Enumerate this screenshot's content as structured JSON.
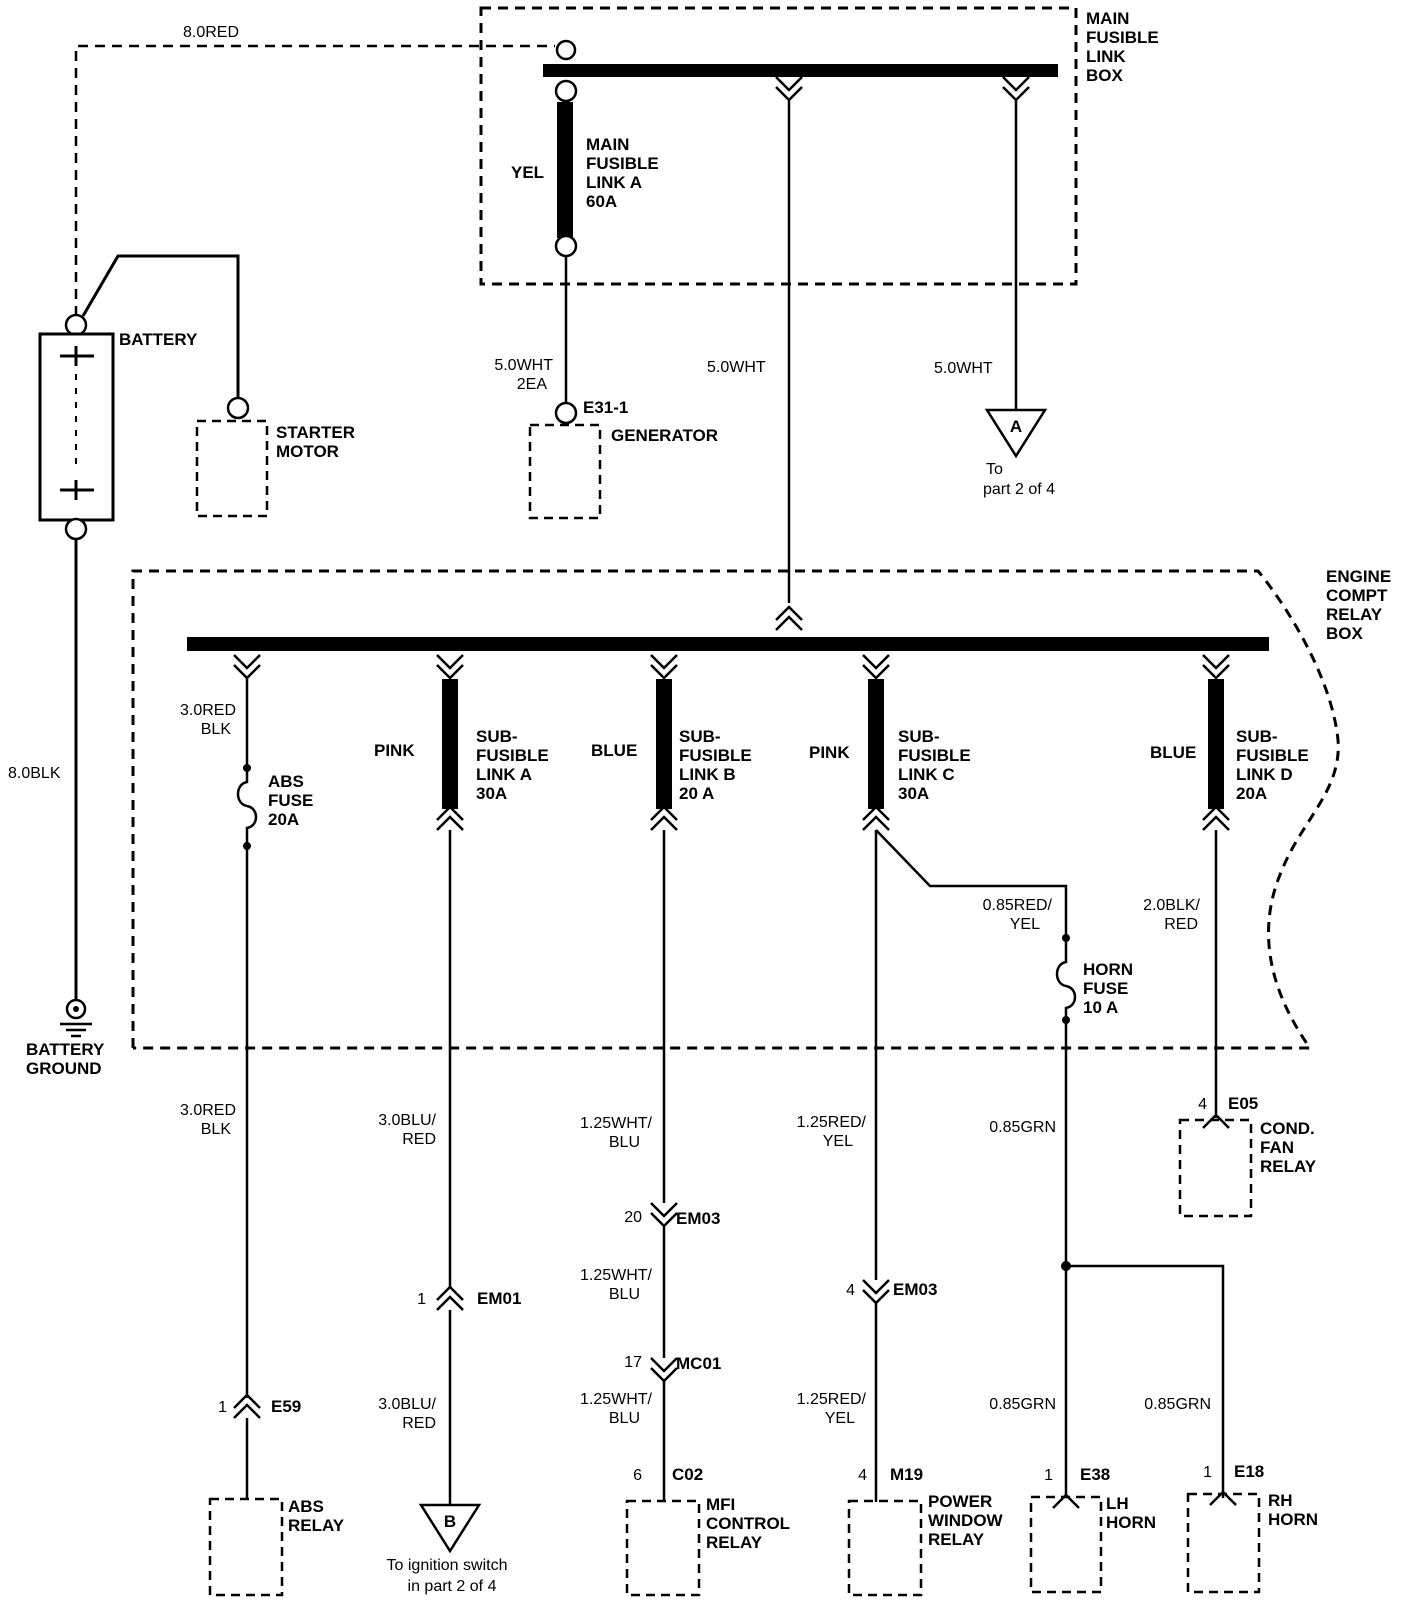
{
  "top": {
    "battery_feed": "8.0RED",
    "main_box": [
      "MAIN",
      "FUSIBLE",
      "LINK",
      "BOX"
    ],
    "main_link_color": "YEL",
    "main_link": [
      "MAIN",
      "FUSIBLE",
      "LINK A",
      "60A"
    ],
    "gen_wire": [
      "5.0WHT",
      "2EA"
    ],
    "gen_conn": "E31-1",
    "generator": "GENERATOR",
    "mid_wire": "5.0WHT",
    "right_wire": "5.0WHT",
    "marker_a": "A",
    "to_part2": [
      "To",
      "part 2 of 4"
    ]
  },
  "battery": {
    "label": "BATTERY",
    "starter": [
      "STARTER",
      "MOTOR"
    ],
    "ground_wire": "8.0BLK",
    "ground": [
      "BATTERY",
      "GROUND"
    ]
  },
  "relay_box": {
    "label": [
      "ENGINE",
      "COMPT",
      "RELAY",
      "BOX"
    ],
    "abs": {
      "wire": [
        "3.0RED",
        "BLK"
      ],
      "fuse": [
        "ABS",
        "FUSE",
        "20A"
      ]
    },
    "sub_a": {
      "color": "PINK",
      "label": [
        "SUB-",
        "FUSIBLE",
        "LINK A",
        "30A"
      ]
    },
    "sub_b": {
      "color": "BLUE",
      "label": [
        "SUB-",
        "FUSIBLE",
        "LINK B",
        "20 A"
      ]
    },
    "sub_c": {
      "color": "PINK",
      "label": [
        "SUB-",
        "FUSIBLE",
        "LINK C",
        "30A"
      ]
    },
    "sub_d": {
      "color": "BLUE",
      "label": [
        "SUB-",
        "FUSIBLE",
        "LINK D",
        "20A"
      ]
    },
    "horn_wire": [
      "0.85RED/",
      "YEL"
    ],
    "horn_fuse": [
      "HORN",
      "FUSE",
      "10 A"
    ],
    "fan_wire": [
      "2.0BLK/",
      "RED"
    ]
  },
  "circuits": {
    "abs": {
      "wire": [
        "3.0RED",
        "BLK"
      ],
      "pin": "1",
      "conn": "E59",
      "device": [
        "ABS",
        "RELAY"
      ]
    },
    "ign": {
      "wire1": [
        "3.0BLU/",
        "RED"
      ],
      "pin": "1",
      "conn": "EM01",
      "wire2": [
        "3.0BLU/",
        "RED"
      ],
      "marker_b": "B",
      "note": [
        "To ignition switch",
        "in  part 2 of 4"
      ]
    },
    "mfi": {
      "wire1": [
        "1.25WHT/",
        "BLU"
      ],
      "pin1": "20",
      "conn1": "EM03",
      "wire2": [
        "1.25WHT/",
        "BLU"
      ],
      "pin2": "17",
      "conn2": "MC01",
      "wire3": [
        "1.25WHT/",
        "BLU"
      ],
      "pin3": "6",
      "conn3": "C02",
      "device": [
        "MFI",
        "CONTROL",
        "RELAY"
      ]
    },
    "pw": {
      "wire1": [
        "1.25RED/",
        "YEL"
      ],
      "pin1": "4",
      "conn1": "EM03",
      "wire2": [
        "1.25RED/",
        "YEL"
      ],
      "pin2": "4",
      "conn2": "M19",
      "device": [
        "POWER",
        "WINDOW",
        "RELAY"
      ]
    },
    "horn": {
      "wire": "0.85GRN",
      "lh_wire": "0.85GRN",
      "rh_wire": "0.85GRN",
      "lh_pin": "1",
      "lh_conn": "E38",
      "lh": [
        "LH",
        "HORN"
      ],
      "rh_pin": "1",
      "rh_conn": "E18",
      "rh": [
        "RH",
        "HORN"
      ]
    },
    "fan": {
      "pin": "4",
      "conn": "E05",
      "device": [
        "COND.",
        "FAN",
        "RELAY"
      ]
    }
  }
}
